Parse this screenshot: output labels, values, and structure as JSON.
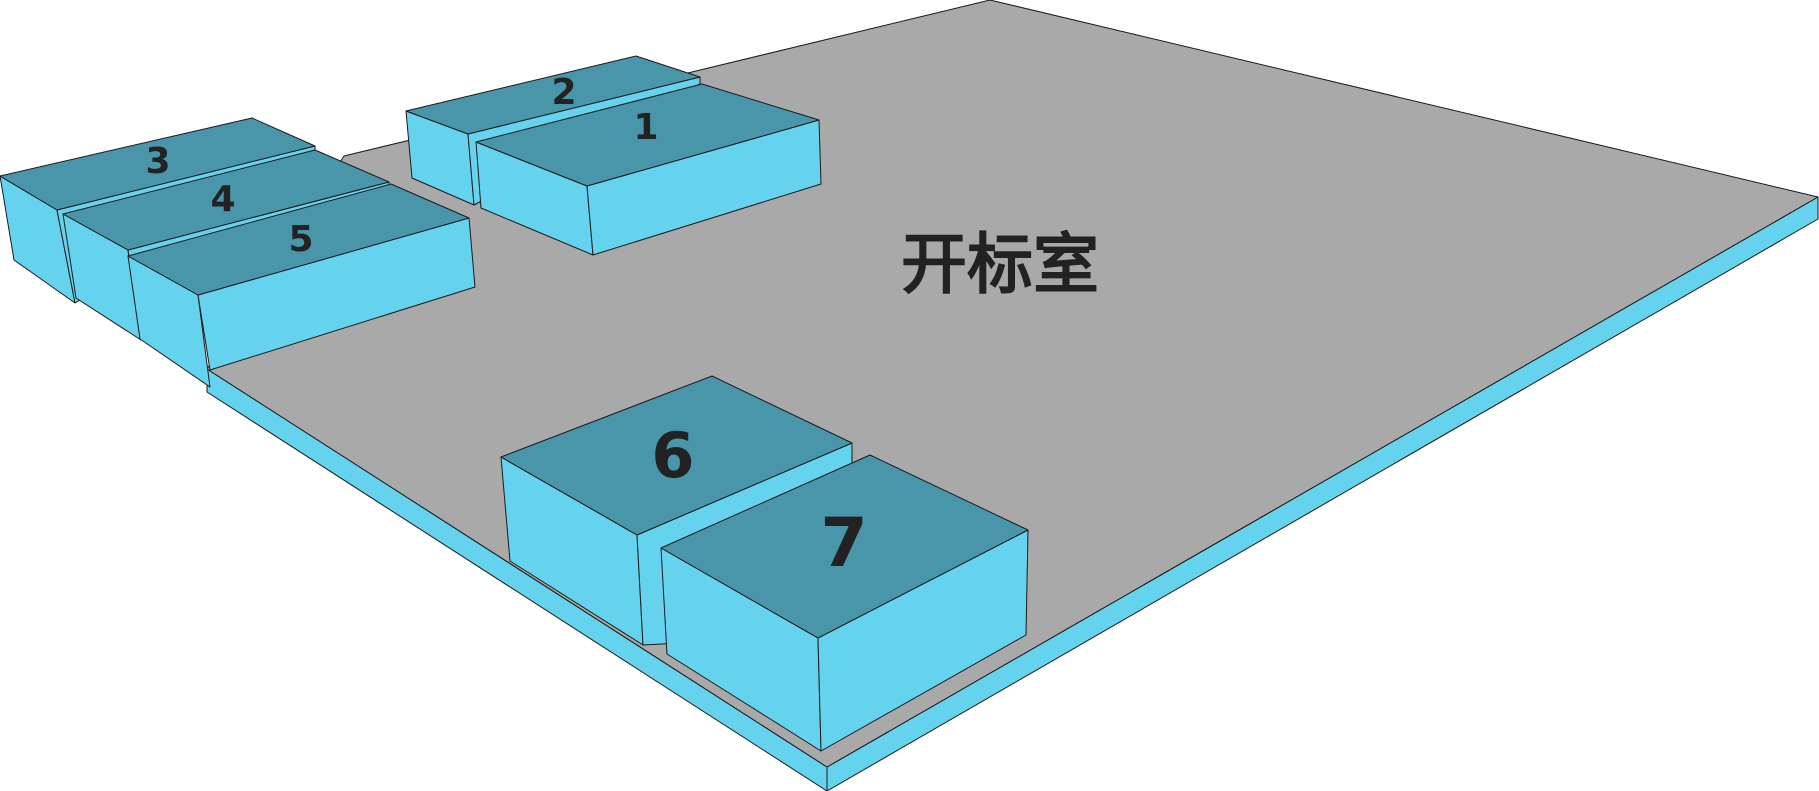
{
  "room": {
    "label": "开标室",
    "floor_color": "#a9a9a9",
    "slab_color": "#66d3ee"
  },
  "boxes": [
    {
      "label": "1"
    },
    {
      "label": "2"
    },
    {
      "label": "3"
    },
    {
      "label": "4"
    },
    {
      "label": "5"
    },
    {
      "label": "6"
    },
    {
      "label": "7"
    }
  ],
  "colors": {
    "box_top": "#4996ab",
    "box_side": "#66d3ee",
    "text": "#222222"
  }
}
